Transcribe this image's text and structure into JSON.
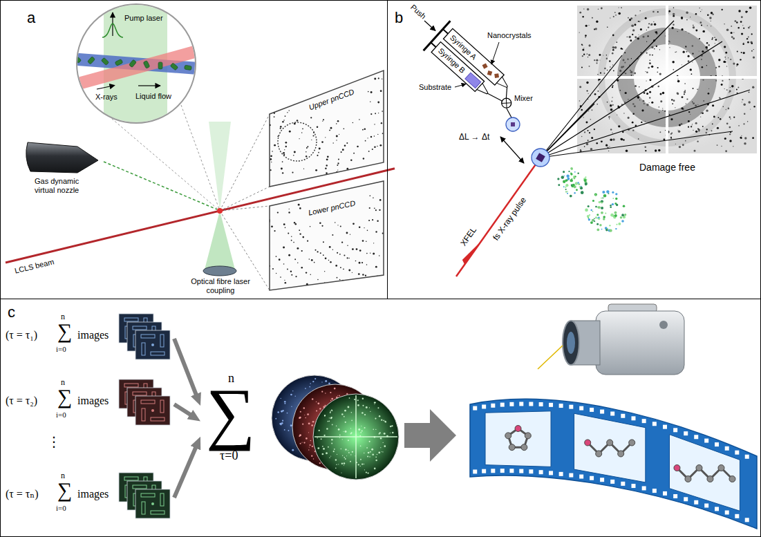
{
  "diagram": {
    "nodes": [
      {
        "text": [
          "a"
        ]
      },
      {
        "text": [
          "Upper pnCCD"
        ],
        "in": 0
      },
      {
        "text": [
          "Lower pnCCD"
        ],
        "in": 0
      },
      {
        "text": [
          "b"
        ]
      },
      {
        "text": [
          "c"
        ]
      },
      {
        "text": [
          "(τ = τ₁)",
          "n",
          "∑",
          "i=0",
          "images"
        ],
        "in": 4
      },
      {
        "text": [
          "(τ = τ₂)",
          "n",
          "∑",
          "i=0",
          "images"
        ],
        "in": 4
      },
      {
        "text": [
          "(τ = τₙ)",
          "n",
          "∑",
          "i=0",
          "images"
        ],
        "in": 4
      },
      {
        "text": [
          "n",
          "∑",
          "τ=0"
        ],
        "in": 4
      }
    ],
    "edges": [
      {
        "from": 5,
        "to": 8,
        "arrow": "to"
      },
      {
        "from": 6,
        "to": 8,
        "arrow": "to"
      },
      {
        "from": 7,
        "to": 8,
        "arrow": "to"
      }
    ],
    "labels": [
      "Pump laser",
      "X-rays",
      "Liquid flow",
      "Gas dynamic virtual nozzle",
      "Optical fibre laser coupling",
      "LCLS beam",
      "Push",
      "Syringe A",
      "Syringe B",
      "Nanocrystals",
      "Substrate",
      "Mixer",
      "ΔL → Δt",
      "XFEL",
      "fs X-ray pulse",
      "Damage free",
      "⋮"
    ]
  }
}
